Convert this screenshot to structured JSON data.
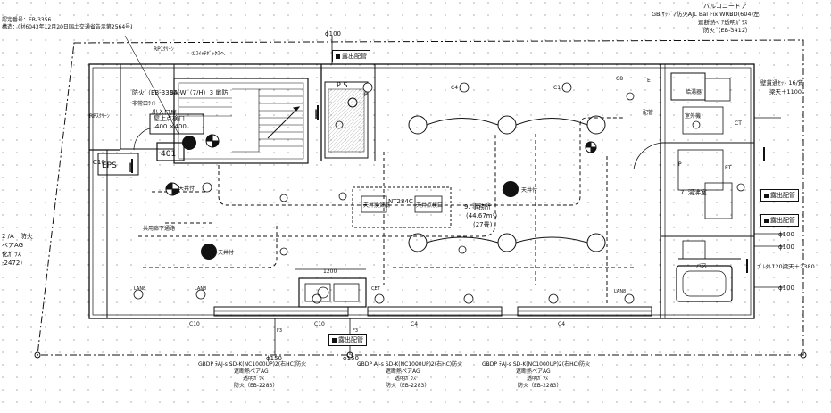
{
  "top_left_notes": [
    "認定番号：EB-3356",
    "構造：(財6043年12月20日国土交通省告示第2564号)"
  ],
  "top_right_notes": [
    "バルコニードア",
    "GB ｻｯﾄﾞｱ防火AJL Bal Fix WRBD(604)左",
    "遮断熱ﾍﾟｱ透明ｶﾞﾗｽ",
    "防火（EB-3412）"
  ],
  "left_edge_notes": [
    "2 /A　防火",
    "ペアAG",
    "化ｶﾞﾗｽ",
    "-2472)"
  ],
  "rp_screen": "RPｽｸﾘｰﾝ",
  "rp_screen_2": "RPｽｸﾘｰﾝ",
  "switch_note": "①ｽｲｯﾁﾎﾞｯｸｽへ",
  "fire_door_labels": [
    "BA-W（7/H）3 扉防",
    "防火（EB-3356）",
    "出入口扉",
    "非常口ﾗｲﾄ"
  ],
  "roof_access": [
    "屋上点検口",
    "400 ×400"
  ],
  "room_401": "401",
  "eps_label": "EPS",
  "c10_label": "C10",
  "roman_I_left": "I",
  "roman_I_mid": "I",
  "ps_label": "P S",
  "kanki_labels": [
    "天井付",
    "天井付",
    "天井付"
  ],
  "nt_label": "NT284C",
  "mid_box_labels": [
    "天井換気扇",
    "天井点検口"
  ],
  "office_room": [
    "9. 事務所",
    "(44.67m²)",
    "(27畳)"
  ],
  "corridor_label": "共用廊下通路",
  "kitchen_label": "7. 湯沸室",
  "balcony_labels": [
    "給湯器",
    "室外機",
    "配管",
    "CT"
  ],
  "bath_label": "バス",
  "dim_100_top": "ϕ100",
  "dim_150_bottom_left": "ϕ150",
  "dim_150_bottom_mid": "ϕ150",
  "dim_100_right_1": "ϕ100",
  "dim_100_right_2": "ϕ100",
  "dim_100_right_3": "ϕ100",
  "right_notes_top": [
    "壁貫通ｾｯﾄ 16/質",
    "梁天＋1100"
  ],
  "right_note_bottom": "ﾌﾞﾚﾀﾙ120梁天＋2380",
  "exposed_pipe": "露出配管",
  "window_labels": [
    [
      "GBDP ﾃAJ-s SD-K(NC1000UP)2(右HC)防火",
      "遮断熱ペアAG",
      "透明ｶﾞﾗｽ",
      "防火（EB-2283）"
    ],
    [
      "GBDP AJ-s SD-K(NC1000UP)2(右HC)防火",
      "遮断熱ペアAG",
      "透明ｶﾞﾗｽ",
      "防火（EB-2283）"
    ],
    [
      "GBDP ﾃAJ-s SD-K(NC1000UP)2(右HC)防火",
      "遮断熱ペアAG",
      "透明ｶﾞﾗｽ",
      "防火（EB-2283）"
    ]
  ],
  "dim_1200": "1200",
  "small_labels": [
    "C4",
    "C1",
    "C8",
    "LAN8",
    "LAN8",
    "LAN8",
    "F3",
    "F3",
    "C10",
    "C10",
    "C4",
    "C4",
    "P",
    "P",
    "ET",
    "ET",
    "CET"
  ]
}
